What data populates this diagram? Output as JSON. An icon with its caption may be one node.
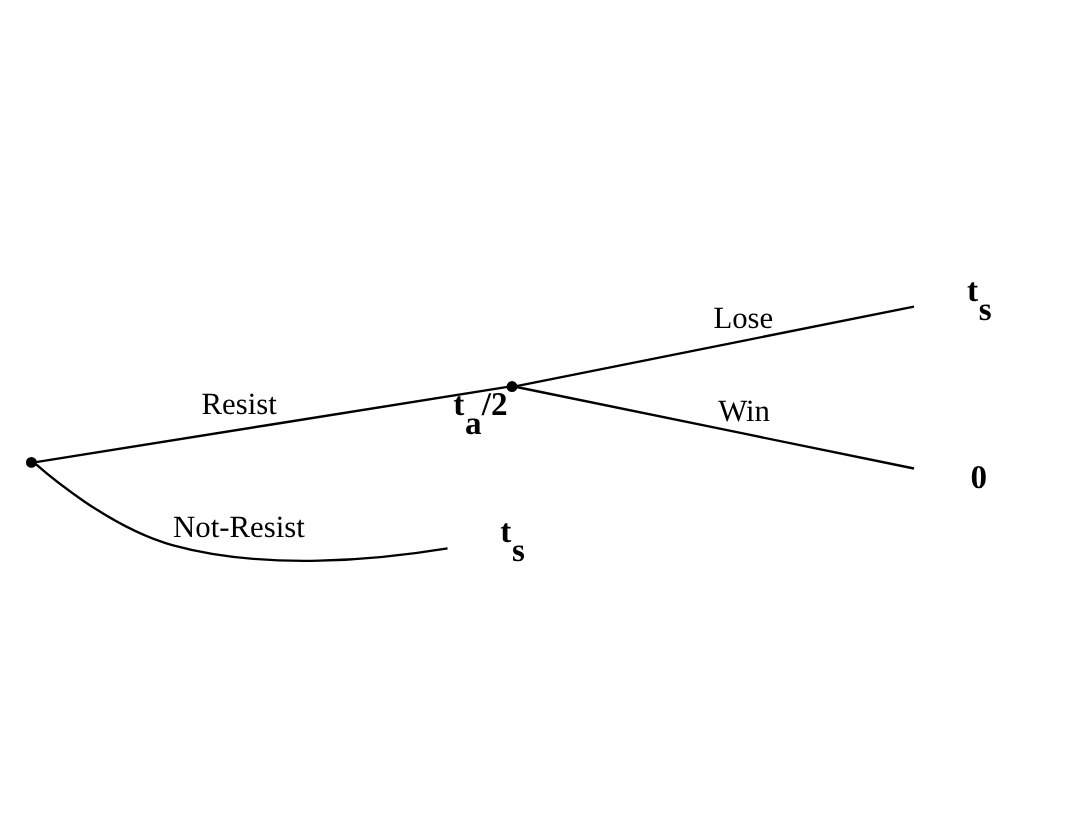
{
  "diagram": {
    "nodes": [
      {
        "text": [],
        "shape": "point"
      },
      {
        "text": [],
        "shape": "point",
        "beside": [
          "t$_{a}$/2"
        ]
      },
      {
        "text": [
          "t$_{s}$"
        ]
      },
      {
        "text": [
          "0"
        ]
      },
      {
        "text": [
          "t$_{s}$"
        ]
      }
    ],
    "edges": [
      {
        "from": 0,
        "to": 1,
        "arrow": "none",
        "label": "Resist"
      },
      {
        "from": 1,
        "to": 2,
        "arrow": "none",
        "label": "Lose"
      },
      {
        "from": 1,
        "to": 3,
        "arrow": "none",
        "label": "Win"
      },
      {
        "from": 0,
        "to": 4,
        "arrow": "none",
        "label": "Not-Resist"
      }
    ]
  }
}
